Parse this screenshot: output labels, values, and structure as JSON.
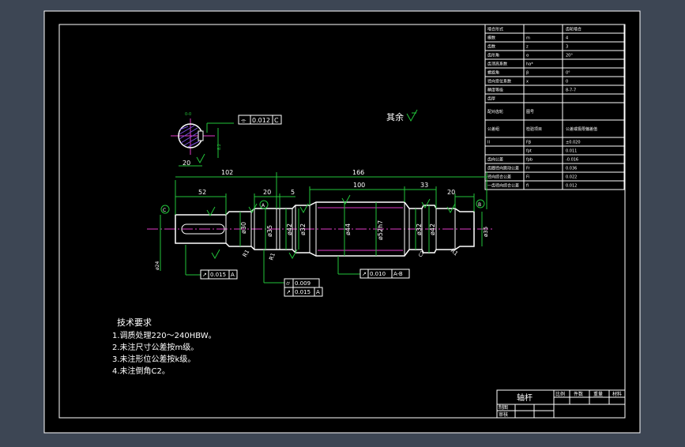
{
  "colors": {
    "workspace": "#3d4654",
    "sheet": "#000000",
    "frame": "#ffffff",
    "dimension": "#22c33a",
    "centerline": "#e03cc8",
    "hatch": "#7a4fe0",
    "text": "#ffffff",
    "symbol": "#e8d23a"
  },
  "gear_table": {
    "rows": [
      {
        "label": "啮合形式",
        "col2": "",
        "col3": "齿轮啮合"
      },
      {
        "label": "模数",
        "col2": "m",
        "col3": "4"
      },
      {
        "label": "齿数",
        "col2": "z",
        "col3": "3"
      },
      {
        "label": "齿形角",
        "col2": "α",
        "col3": "20°"
      },
      {
        "label": "齿顶高系数",
        "col2": "ha*",
        "col3": ""
      },
      {
        "label": "螺旋角",
        "col2": "β",
        "col3": "0°"
      },
      {
        "label": "径向变位系数",
        "col2": "x",
        "col3": "0"
      },
      {
        "label": "精度等级",
        "col2": "",
        "col3": "8-7-7"
      },
      {
        "label": "齿厚",
        "col2": "",
        "col3": ""
      },
      {
        "label": "配对齿轮",
        "col2": "图号",
        "col3": ""
      },
      {
        "label": "公差组",
        "col2": "检验项目",
        "col3": "公差或极限偏差值"
      },
      {
        "label": "II",
        "col2": "Fβ",
        "col3": "±0.020"
      },
      {
        "label": "",
        "col2": "fpt",
        "col3": "0.011"
      },
      {
        "label": "齿向公差",
        "col2": "fpb",
        "col3": "-0.016"
      },
      {
        "label": "齿圈径向跳动公差",
        "col2": "Fr",
        "col3": "0.036"
      },
      {
        "label": "径向综合公差",
        "col2": "Fi",
        "col3": "0.022"
      },
      {
        "label": "一齿径向综合公差",
        "col2": "fi",
        "col3": "0.012"
      }
    ]
  },
  "roughness_note": "其余",
  "section_view": {
    "label_top": "0-0",
    "key_width": "20",
    "key_depth_label": "8.2",
    "tolerance_box": {
      "symbol": "⌯",
      "value": "0.012",
      "datum": "C"
    }
  },
  "dimensions": {
    "overall_left": "102",
    "overall_right": "166",
    "len_52": "52",
    "len_20a": "20",
    "len_5": "5",
    "len_100": "100",
    "len_33": "33",
    "len_20b": "20",
    "dia_key": "ø24",
    "dia_30": "ø30",
    "dia_35a": "ø35",
    "dia_32a": "ø32",
    "dia_42a": "ø42",
    "dia_44": "ø44",
    "dia_52": "ø52h7",
    "dia_32b": "ø32",
    "dia_42b": "ø42",
    "dia_35b": "ø35",
    "r1_left": "R1",
    "r1_mid": "R1",
    "r1_right": "R1",
    "chamfer": "C2"
  },
  "datums": [
    "C",
    "A",
    "B"
  ],
  "fcf": {
    "left": {
      "symbol": "↗",
      "value": "0.015",
      "datum": "A"
    },
    "center_top": {
      "symbol": "⌭",
      "value": "0.009",
      "datum": ""
    },
    "center_bottom": {
      "symbol": "↗",
      "value": "0.015",
      "datum": "A"
    },
    "right": {
      "symbol": "↗",
      "value": "0.010",
      "datum": "A-B"
    }
  },
  "tech_req": {
    "title": "技术要求",
    "items": [
      "1.调质处理220～240HBW。",
      "2.未注尺寸公差按m级。",
      "3.未注形位公差按k级。",
      "4.未注倒角C2。"
    ]
  },
  "title_block": {
    "name": "轴杆",
    "cols": [
      "比例",
      "件数",
      "重量",
      "材料"
    ],
    "row_a": "制图",
    "row_b": "审核"
  }
}
